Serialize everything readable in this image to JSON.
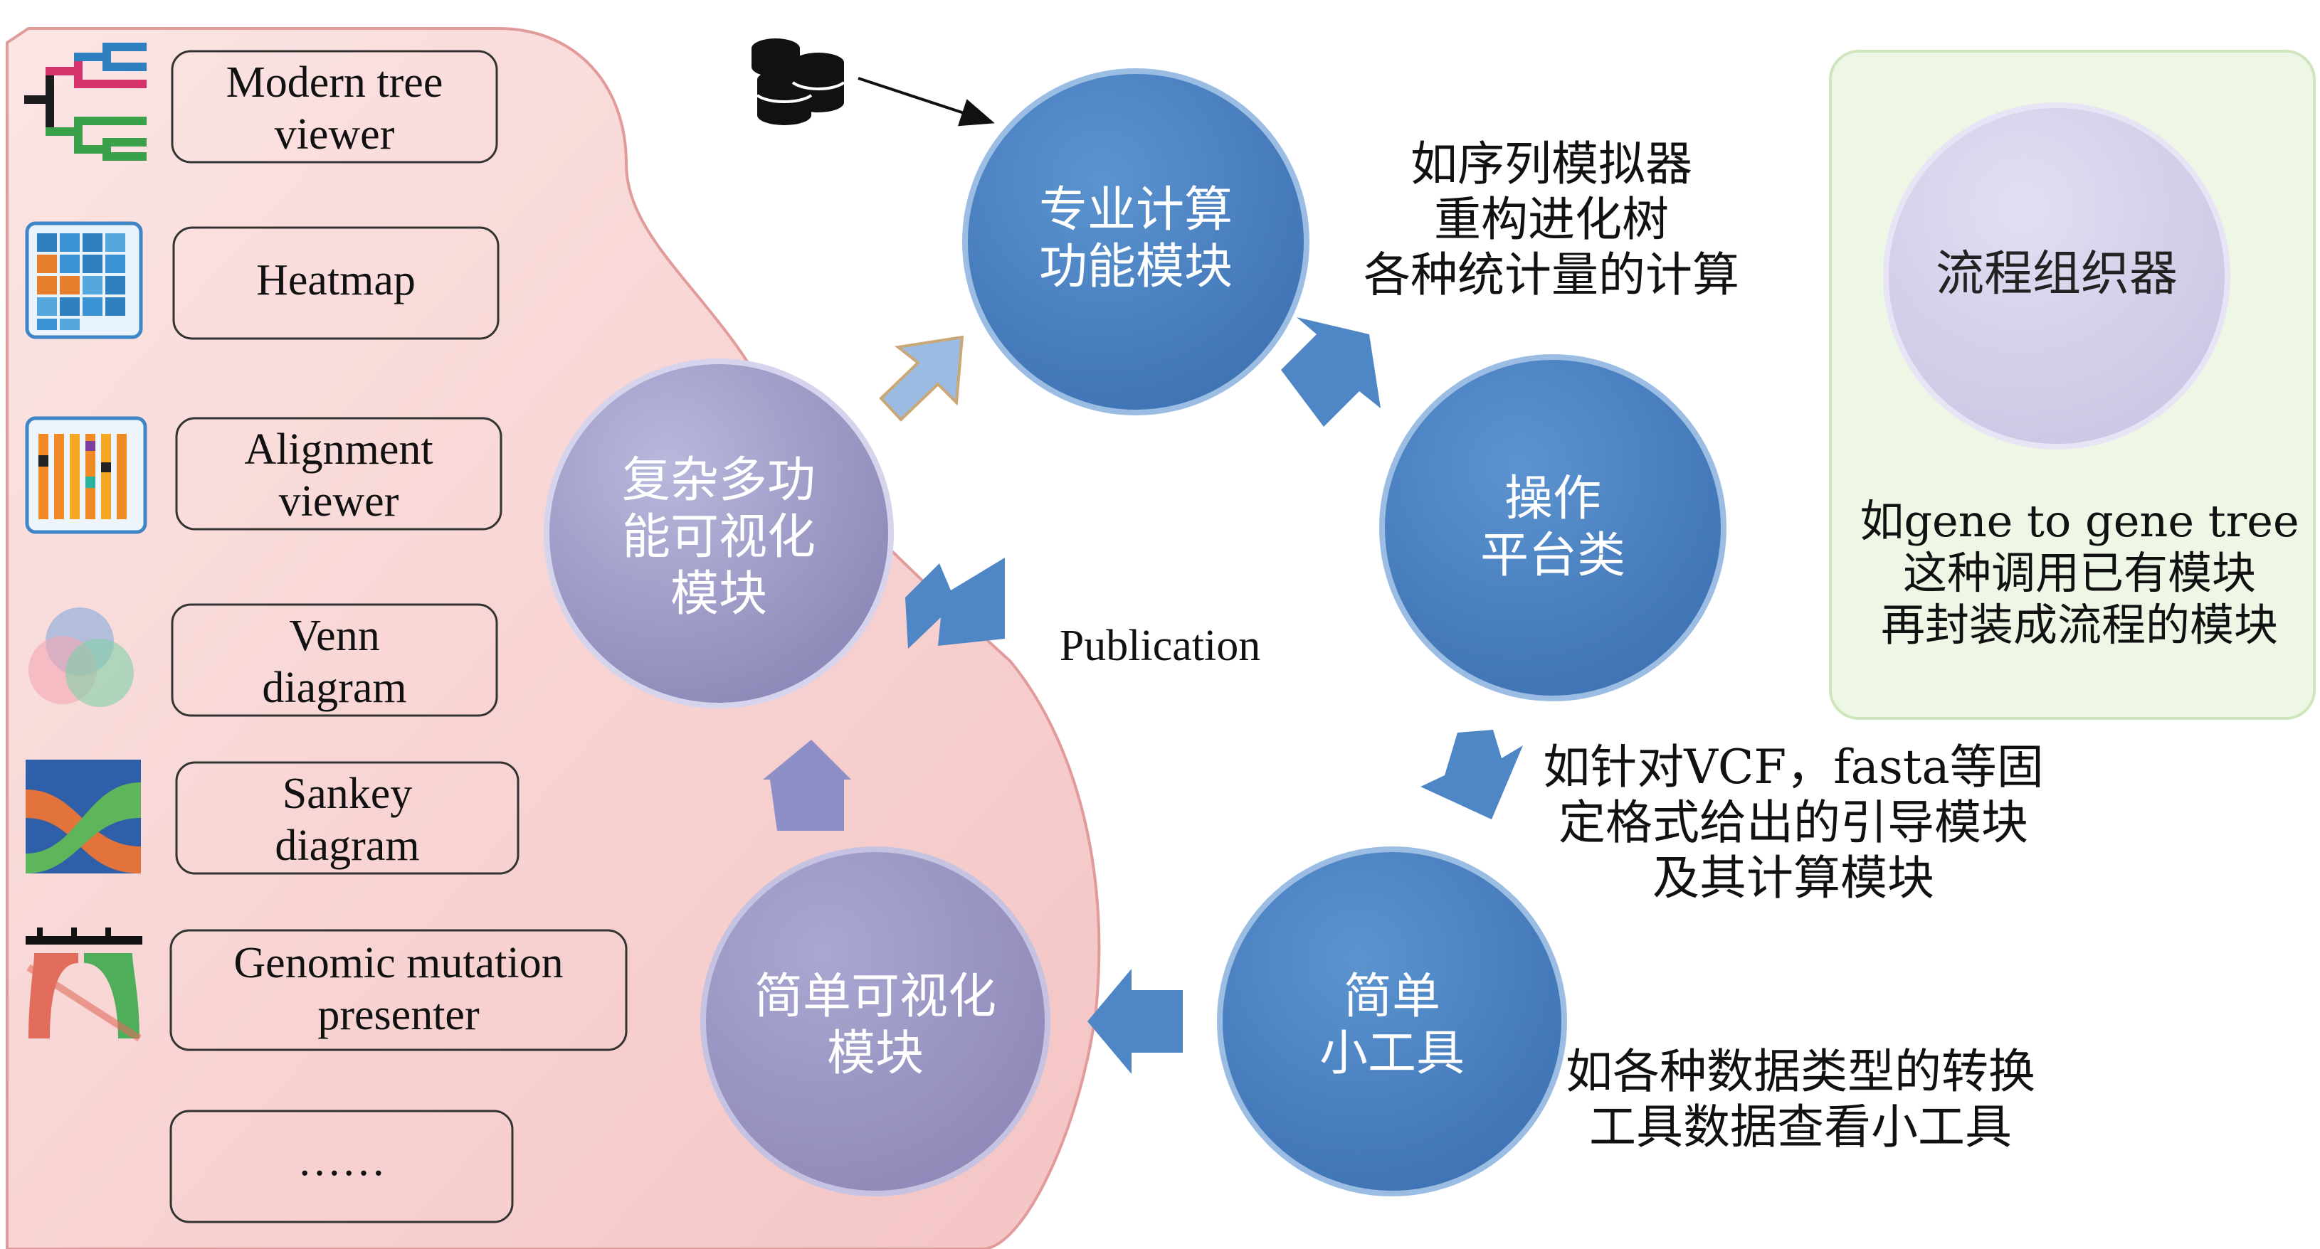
{
  "tools": [
    {
      "id": "modern-tree",
      "lines": [
        "Modern tree",
        "viewer"
      ]
    },
    {
      "id": "heatmap",
      "lines": [
        "Heatmap"
      ]
    },
    {
      "id": "alignment",
      "lines": [
        "Alignment",
        "viewer"
      ]
    },
    {
      "id": "venn",
      "lines": [
        "Venn",
        "diagram"
      ]
    },
    {
      "id": "sankey",
      "lines": [
        "Sankey",
        "diagram"
      ]
    },
    {
      "id": "genomic",
      "lines": [
        "Genomic mutation",
        "presenter"
      ]
    },
    {
      "id": "more",
      "lines": [
        "……"
      ]
    }
  ],
  "modules": {
    "specialized": [
      "专业计算",
      "功能模块"
    ],
    "platform": [
      "操作",
      "平台类"
    ],
    "small_tools": [
      "简单",
      "小工具"
    ],
    "simple_vis": [
      "简单可视化",
      "模块"
    ],
    "complex_vis": [
      "复杂多功",
      "能可视化",
      "模块"
    ],
    "workflow": [
      "流程组织器"
    ]
  },
  "notes": {
    "specialized": [
      "如序列模拟器",
      "重构进化树",
      "各种统计量的计算"
    ],
    "platform": [
      "如针对VCF，fasta等固",
      "定格式给出的引导模块",
      "及其计算模块"
    ],
    "small_tools": [
      "如各种数据类型的转换",
      "工具数据查看小工具"
    ],
    "workflow": [
      "如gene to gene tree",
      "这种调用已有模块",
      "再封装成流程的模块"
    ]
  },
  "center_label": "Publication",
  "icons": {
    "database": "database-icon",
    "tree": "tree-icon",
    "heatmap": "heatmap-icon",
    "alignment": "alignment-icon",
    "venn": "venn-icon",
    "sankey": "sankey-icon",
    "genomic": "genomic-mutation-icon"
  },
  "colors": {
    "pink_region": "#f7d4d4",
    "pink_border": "#e8a0a0",
    "blue_circle": "#4a7fbf",
    "purple_circle": "#8f8bb8",
    "arrow_blue": "#4f86c6",
    "green_panel": "#eef6e6",
    "lavender": "#d7d3ea"
  }
}
